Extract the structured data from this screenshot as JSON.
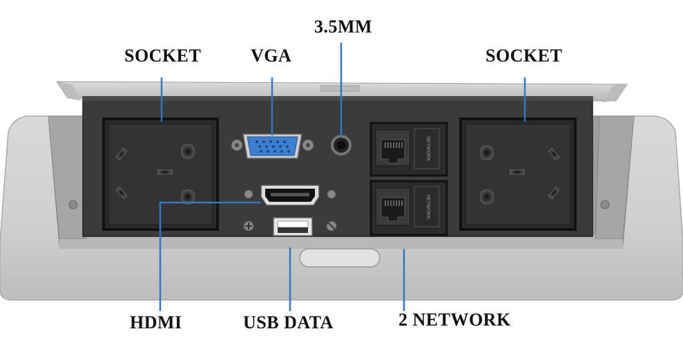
{
  "labels": {
    "socket_left": "SOCKET",
    "vga": "VGA",
    "audio": "3.5MM",
    "socket_right": "SOCKET",
    "hdmi": "HDMI",
    "usb": "USB DATA",
    "network": "2 NETWORK"
  },
  "port_text": {
    "network_top": "NETWORK",
    "network_bottom": "NETWORK"
  },
  "colors": {
    "callout_line": "#2f78c8",
    "panel": "#3b3b3b",
    "frame": "#d6d6d6",
    "vga": "#3a7fd0"
  }
}
